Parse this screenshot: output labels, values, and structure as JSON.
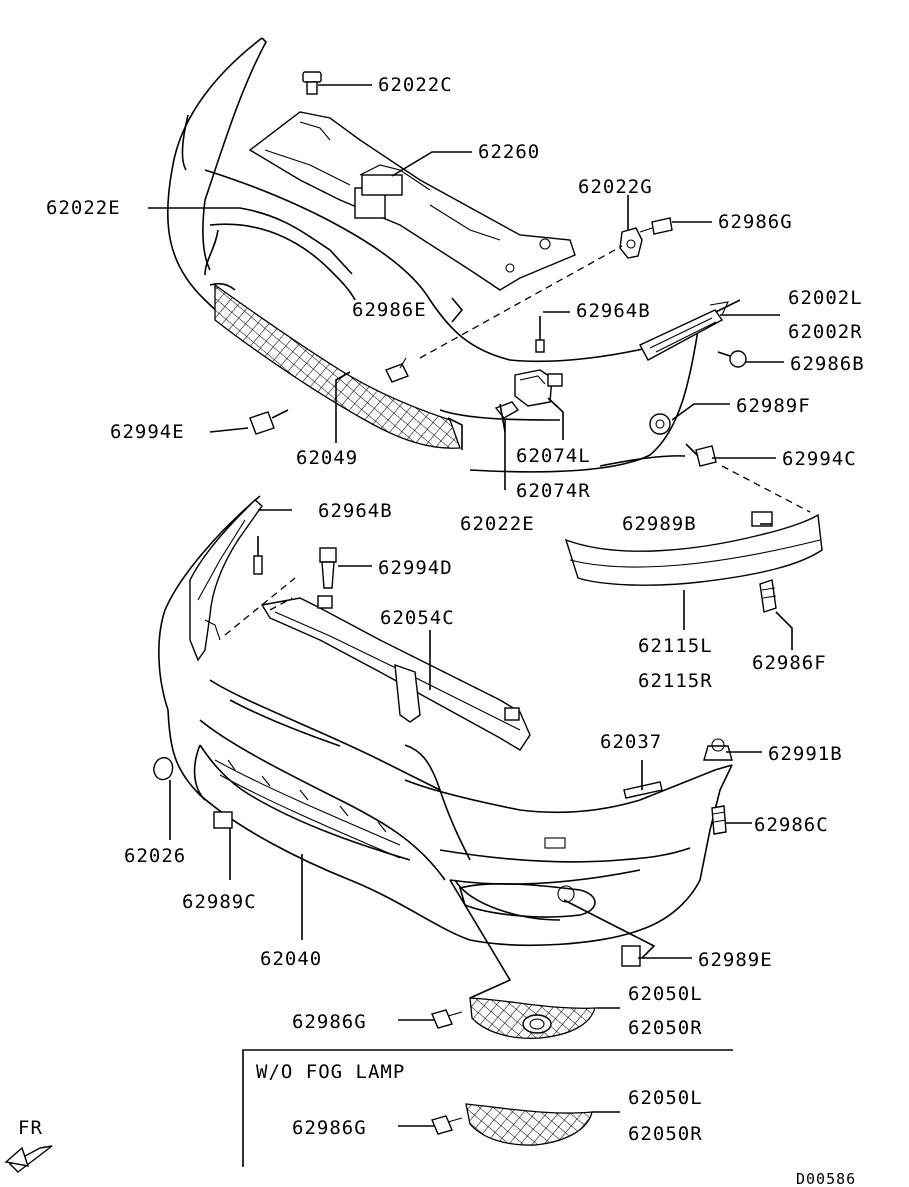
{
  "diagram_id": "D00586",
  "direction_label": "FR",
  "variant_box_title": "W/O FOG LAMP",
  "callouts": [
    "62022C",
    "62260",
    "62022E",
    "62022G",
    "62986G",
    "62986E",
    "62964B",
    "62002L",
    "62002R",
    "62986B",
    "62994E",
    "62049",
    "62074L",
    "62074R",
    "62989F",
    "62994C",
    "62022E",
    "62989B",
    "62964B",
    "62994D",
    "62054C",
    "62115L",
    "62115R",
    "62986F",
    "62037",
    "62991B",
    "62026",
    "62986C",
    "62989C",
    "62040",
    "62989E",
    "62986G",
    "62050L",
    "62050R",
    "62986G",
    "62050L",
    "62050R"
  ]
}
